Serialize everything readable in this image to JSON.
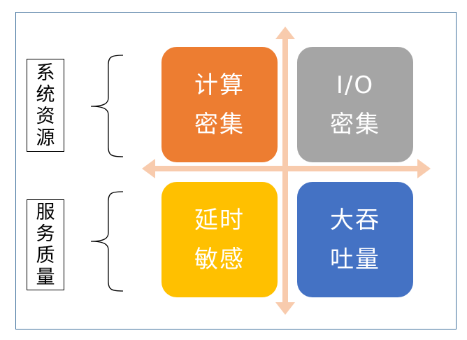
{
  "left_labels": [
    {
      "name": "system-resources-label",
      "chars": [
        "系",
        "统",
        "资",
        "源"
      ]
    },
    {
      "name": "service-quality-label",
      "chars": [
        "服",
        "务",
        "质",
        "量"
      ]
    }
  ],
  "quadrants": {
    "top_left": {
      "line1": "计算",
      "line2": "密集",
      "color": "#ed7d31"
    },
    "top_right": {
      "line1": "I/O",
      "line2": "密集",
      "color": "#a5a5a5"
    },
    "bottom_left": {
      "line1": "延时",
      "line2": "敏感",
      "color": "#ffc000"
    },
    "bottom_right": {
      "line1": "大吞",
      "line2": "吐量",
      "color": "#4472c4"
    }
  },
  "colors": {
    "axis": "#f8cbad",
    "frame": "#41719c",
    "brace": "#000000"
  }
}
